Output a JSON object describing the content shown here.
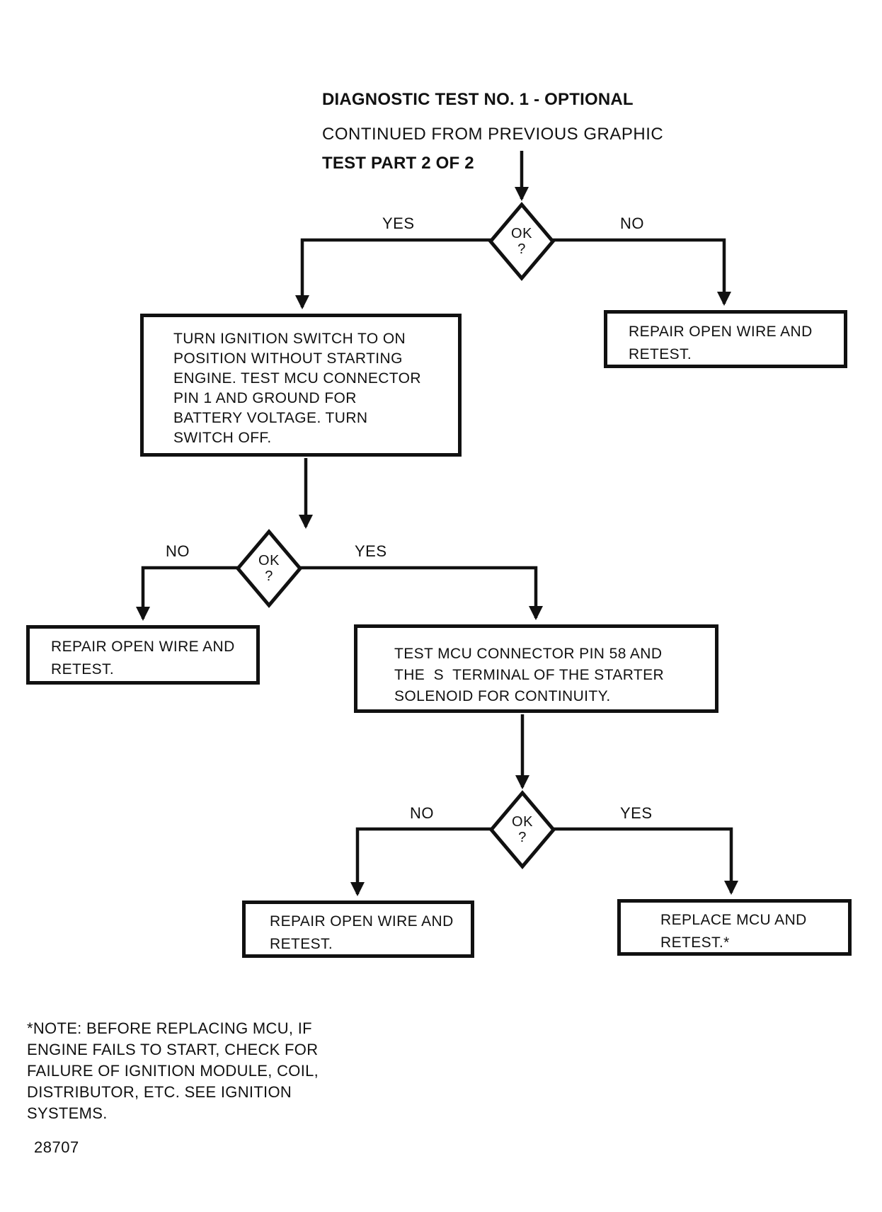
{
  "page": {
    "title_line1": "DIAGNOSTIC TEST NO. 1 - OPTIONAL",
    "title_line2": "TEST PART 2 OF 2",
    "subtitle": "CONTINUED FROM PREVIOUS GRAPHIC",
    "figure_number": "28707",
    "colors": {
      "ink": "#111111",
      "paper": "#ffffff"
    }
  },
  "flowchart": {
    "decisions": [
      {
        "label": "OK",
        "question_mark": "?",
        "left_label": "YES",
        "right_label": "NO"
      },
      {
        "label": "OK",
        "question_mark": "?",
        "left_label": "NO",
        "right_label": "YES"
      },
      {
        "label": "OK",
        "question_mark": "?",
        "left_label": "NO",
        "right_label": "YES"
      }
    ],
    "boxes": [
      {
        "name": "turn-ignition-switch",
        "lines": [
          "TURN IGNITION SWITCH TO ON",
          "POSITION WITHOUT STARTING",
          "ENGINE. TEST MCU CONNECTOR",
          "PIN 1 AND GROUND FOR",
          "BATTERY VOLTAGE. TURN",
          "SWITCH OFF."
        ]
      },
      {
        "name": "repair-open-wire-top-right",
        "lines": [
          "REPAIR OPEN WIRE AND",
          "RETEST."
        ]
      },
      {
        "name": "repair-open-wire-middle-left",
        "lines": [
          "REPAIR OPEN WIRE AND",
          "RETEST."
        ]
      },
      {
        "name": "test-mcu-pin-58",
        "lines": [
          "TEST MCU CONNECTOR PIN 58 AND",
          "THE  S  TERMINAL OF THE STARTER",
          "SOLENOID FOR CONTINUITY."
        ]
      },
      {
        "name": "repair-open-wire-bottom",
        "lines": [
          "REPAIR OPEN WIRE AND",
          "RETEST."
        ]
      },
      {
        "name": "replace-mcu",
        "lines": [
          "REPLACE MCU AND",
          "RETEST.*"
        ]
      }
    ]
  },
  "note": {
    "lines": [
      "*NOTE: BEFORE REPLACING MCU, IF",
      "ENGINE FAILS TO START, CHECK FOR",
      "FAILURE OF IGNITION MODULE, COIL,",
      "DISTRIBUTOR, ETC. SEE IGNITION",
      "SYSTEMS."
    ]
  }
}
